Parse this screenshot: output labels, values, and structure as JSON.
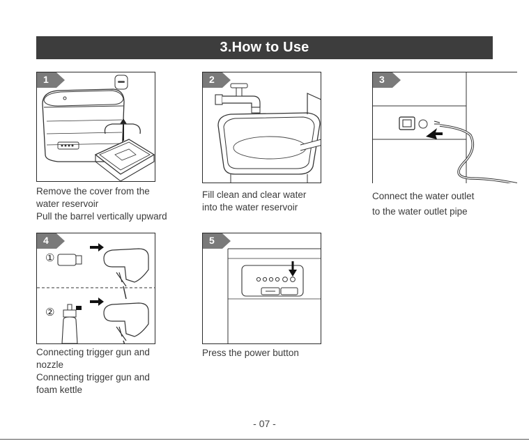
{
  "header": {
    "title": "3.How to Use"
  },
  "steps": [
    {
      "number": "1",
      "caption": [
        "Remove the cover from the",
        "water reservoir",
        "Pull the barrel vertically upward"
      ]
    },
    {
      "number": "2",
      "caption": [
        "Fill clean and clear water",
        "into the water reservoir"
      ]
    },
    {
      "number": "3",
      "caption": [
        "Connect the water outlet",
        "to the water outlet pipe"
      ]
    },
    {
      "number": "4",
      "caption": [
        "Connecting trigger gun and",
        "nozzle",
        "Connecting trigger gun and",
        "foam kettle"
      ],
      "sub_labels": [
        "①",
        "②"
      ]
    },
    {
      "number": "5",
      "caption": [
        "Press the power button"
      ]
    }
  ],
  "footer": {
    "page_number": "- 07 -"
  }
}
